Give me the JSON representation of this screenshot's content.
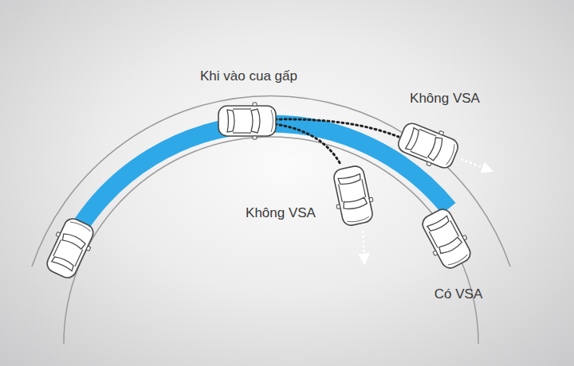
{
  "diagram": {
    "labels": [
      "Khi vào cua gấp",
      "Không VSA",
      "Không VSA",
      "Có VSA"
    ]
  }
}
